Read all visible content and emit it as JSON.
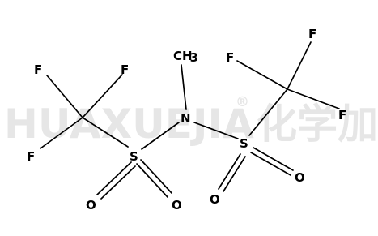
{
  "watermark": {
    "brand": "HUAXUEJIA",
    "registered": "®",
    "chinese": "化学加"
  },
  "molecule": {
    "atoms": {
      "f_left_top_1": "F",
      "f_left_top_2": "F",
      "f_left_bottom": "F",
      "s_left": "S",
      "o_left_1": "O",
      "o_left_2": "O",
      "n_center": "N",
      "ch3_c": "CH",
      "ch3_sub": "3",
      "s_right": "S",
      "o_right_1": "O",
      "o_right_2": "O",
      "f_right_top": "F",
      "f_right_left": "F",
      "f_right_right": "F"
    }
  },
  "colors": {
    "bond": "#000000",
    "atom_text": "#000000",
    "watermark": "#e6e6e6",
    "background": "#ffffff"
  }
}
